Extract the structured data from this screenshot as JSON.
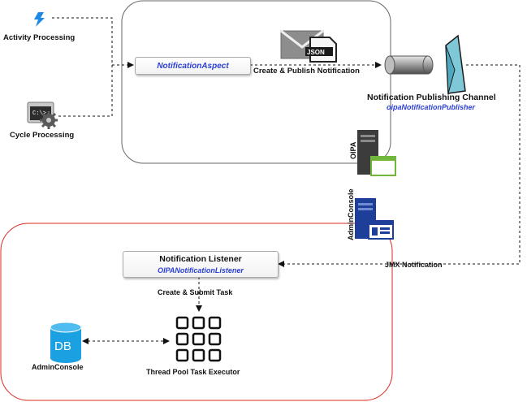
{
  "nodes": {
    "activity_processing": "Activity Processing",
    "cycle_processing": "Cycle Processing",
    "notification_aspect": "NotificationAspect",
    "json_badge": "JSON",
    "publishing_channel_title": "Notification Publishing Channel",
    "publishing_channel_bean": "oipaNotificationPublisher",
    "oipa_server": "OIPA",
    "adminconsole_server": "AdminConsole",
    "listener_title": "Notification Listener",
    "listener_bean": "OIPANotificationListener",
    "db_label": "AdminConsole",
    "db_icon_text": "DB",
    "thread_pool": "Thread Pool Task Executor"
  },
  "edges": {
    "create_publish": "Create & Publish Notification",
    "jmx_notification": "JMX Notification",
    "create_submit_task": "Create & Submit Task"
  },
  "colors": {
    "oipa_group_border": "#666666",
    "adminconsole_group_border": "#d9281f",
    "bean_text": "#2b3fd6",
    "db_fill": "#1ba1e2",
    "channel_fill": "#7ec8d8",
    "adminconsole_icon": "#1e3f99",
    "oipa_icon_accent": "#70b73c"
  },
  "icons": [
    "lightning-icon",
    "cmd-gear-icon",
    "envelope-json-icon",
    "pipe-icon",
    "channel-icon",
    "server-window-icon",
    "server-dashboard-icon",
    "database-icon",
    "thread-pool-grid-icon"
  ]
}
